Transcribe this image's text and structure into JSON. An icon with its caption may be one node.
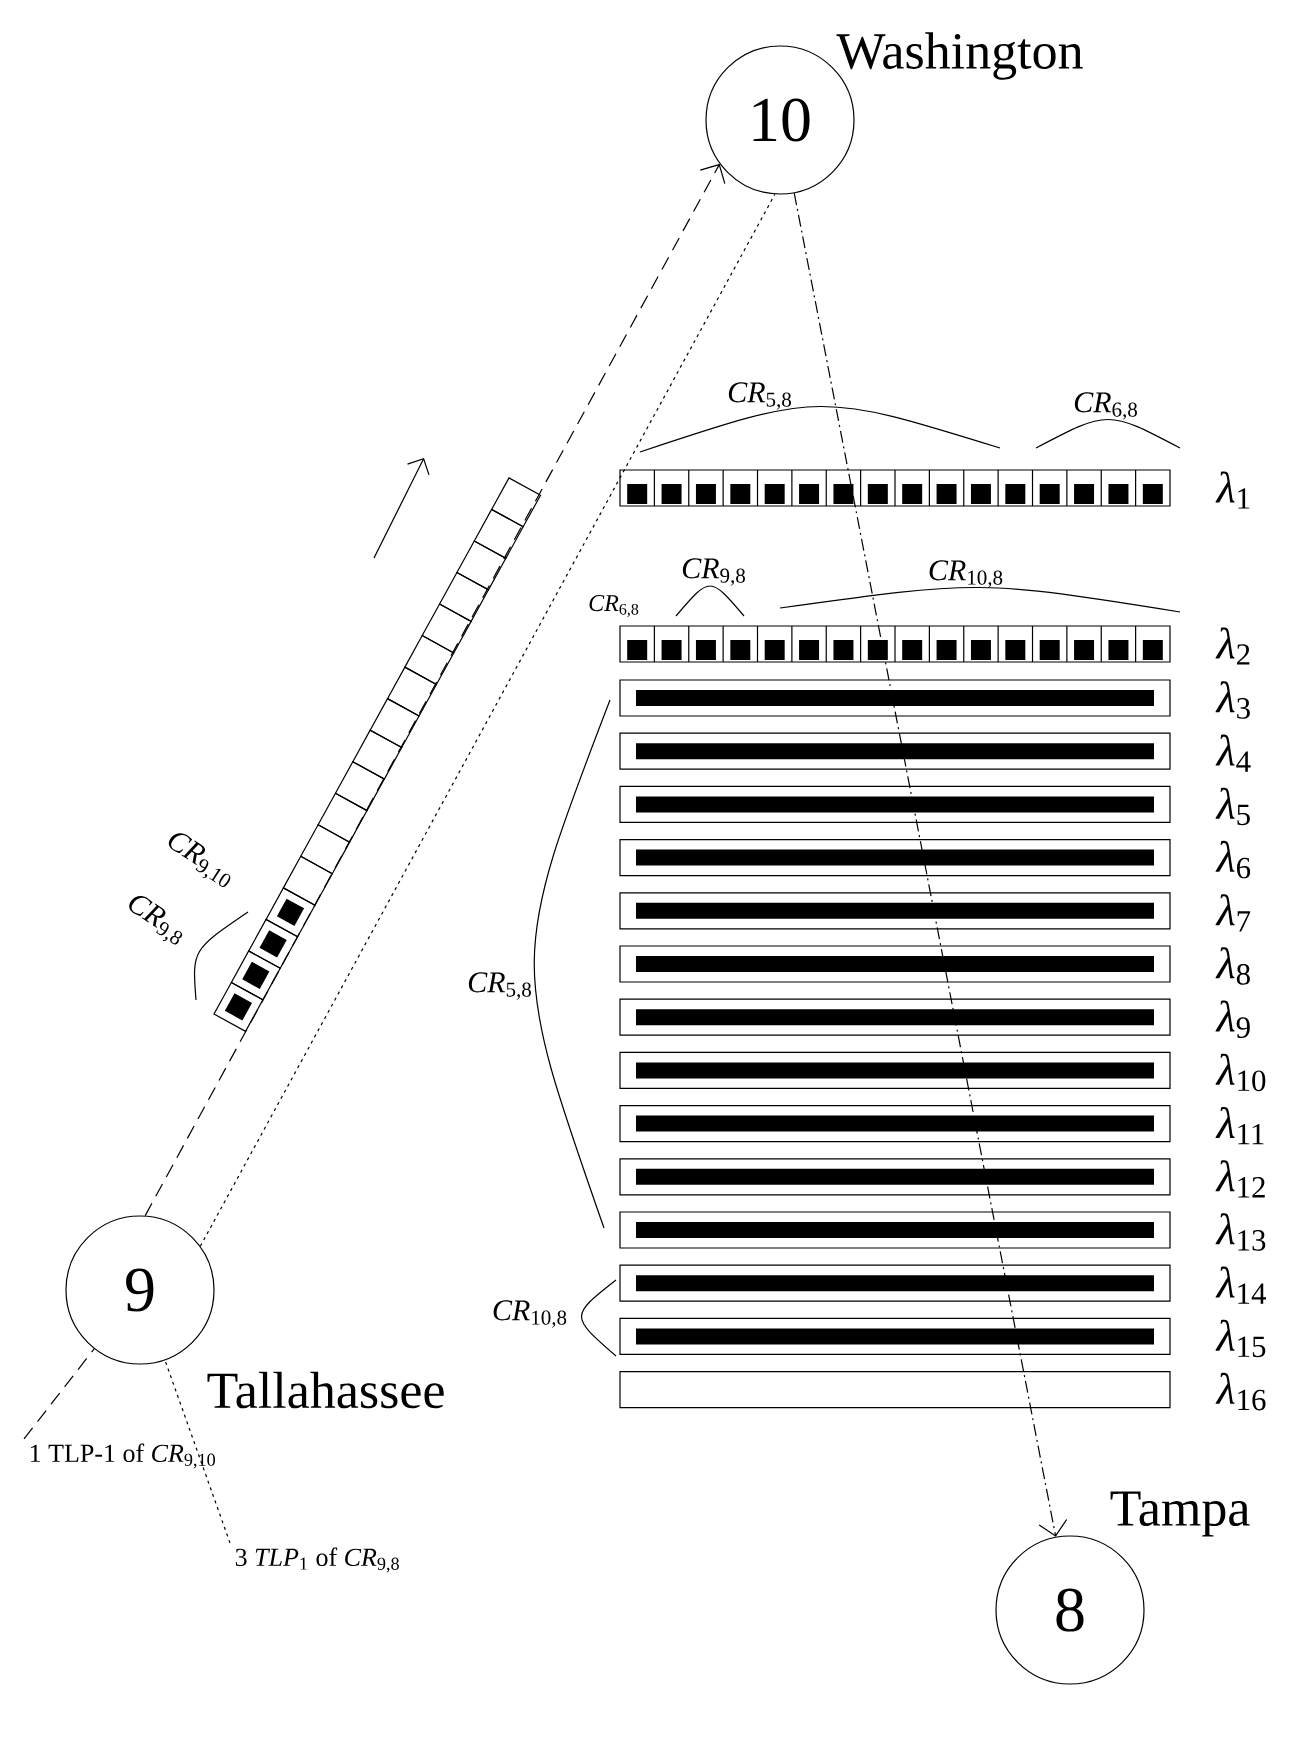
{
  "diagram": {
    "nodes": [
      {
        "text": [
          "10"
        ],
        "beside": [
          "Washington"
        ]
      },
      {
        "text": [
          "9"
        ],
        "beside": [
          "Tallahassee"
        ]
      },
      {
        "text": [
          "8"
        ],
        "beside": [
          "Tampa"
        ]
      },
      {
        "text": [
          "1 TLP-1 of *CR*$_{9,10}$"
        ]
      },
      {
        "text": [
          "3 *TLP*$_{1}$ of *CR*$_{9,8}$"
        ]
      }
    ],
    "edges": [
      {
        "from": 3,
        "to": 1,
        "arrow": "none",
        "style": "dashed"
      },
      {
        "from": 1,
        "to": 0,
        "arrow": "to",
        "style": "dashed"
      },
      {
        "from": 4,
        "to": 1,
        "arrow": "none",
        "style": "dashed"
      },
      {
        "from": 1,
        "to": 0,
        "arrow": "none",
        "style": "dashed"
      },
      {
        "from": 0,
        "to": 2,
        "arrow": "to",
        "style": "dashed"
      }
    ],
    "labels": [
      "*CR*$_{5,8}$",
      "*CR*$_{6,8}$",
      "*λ*$_{1}$",
      "*CR*$_{6,8}$",
      "*CR*$_{9,8}$",
      "*CR*$_{10,8}$",
      "*λ*$_{2}$",
      "*λ*$_{3}$",
      "*λ*$_{4}$",
      "*λ*$_{5}$",
      "*λ*$_{6}$",
      "*λ*$_{7}$",
      "*λ*$_{8}$",
      "*λ*$_{9}$",
      "*λ*$_{10}$",
      "*λ*$_{11}$",
      "*λ*$_{12}$",
      "*λ*$_{13}$",
      "*λ*$_{14}$",
      "*λ*$_{15}$",
      "*λ*$_{16}$",
      "*CR*$_{9,10}$",
      "*CR*$_{9,8}$",
      "*CR*$_{5,8}$",
      "*CR*$_{10,8}$"
    ]
  }
}
